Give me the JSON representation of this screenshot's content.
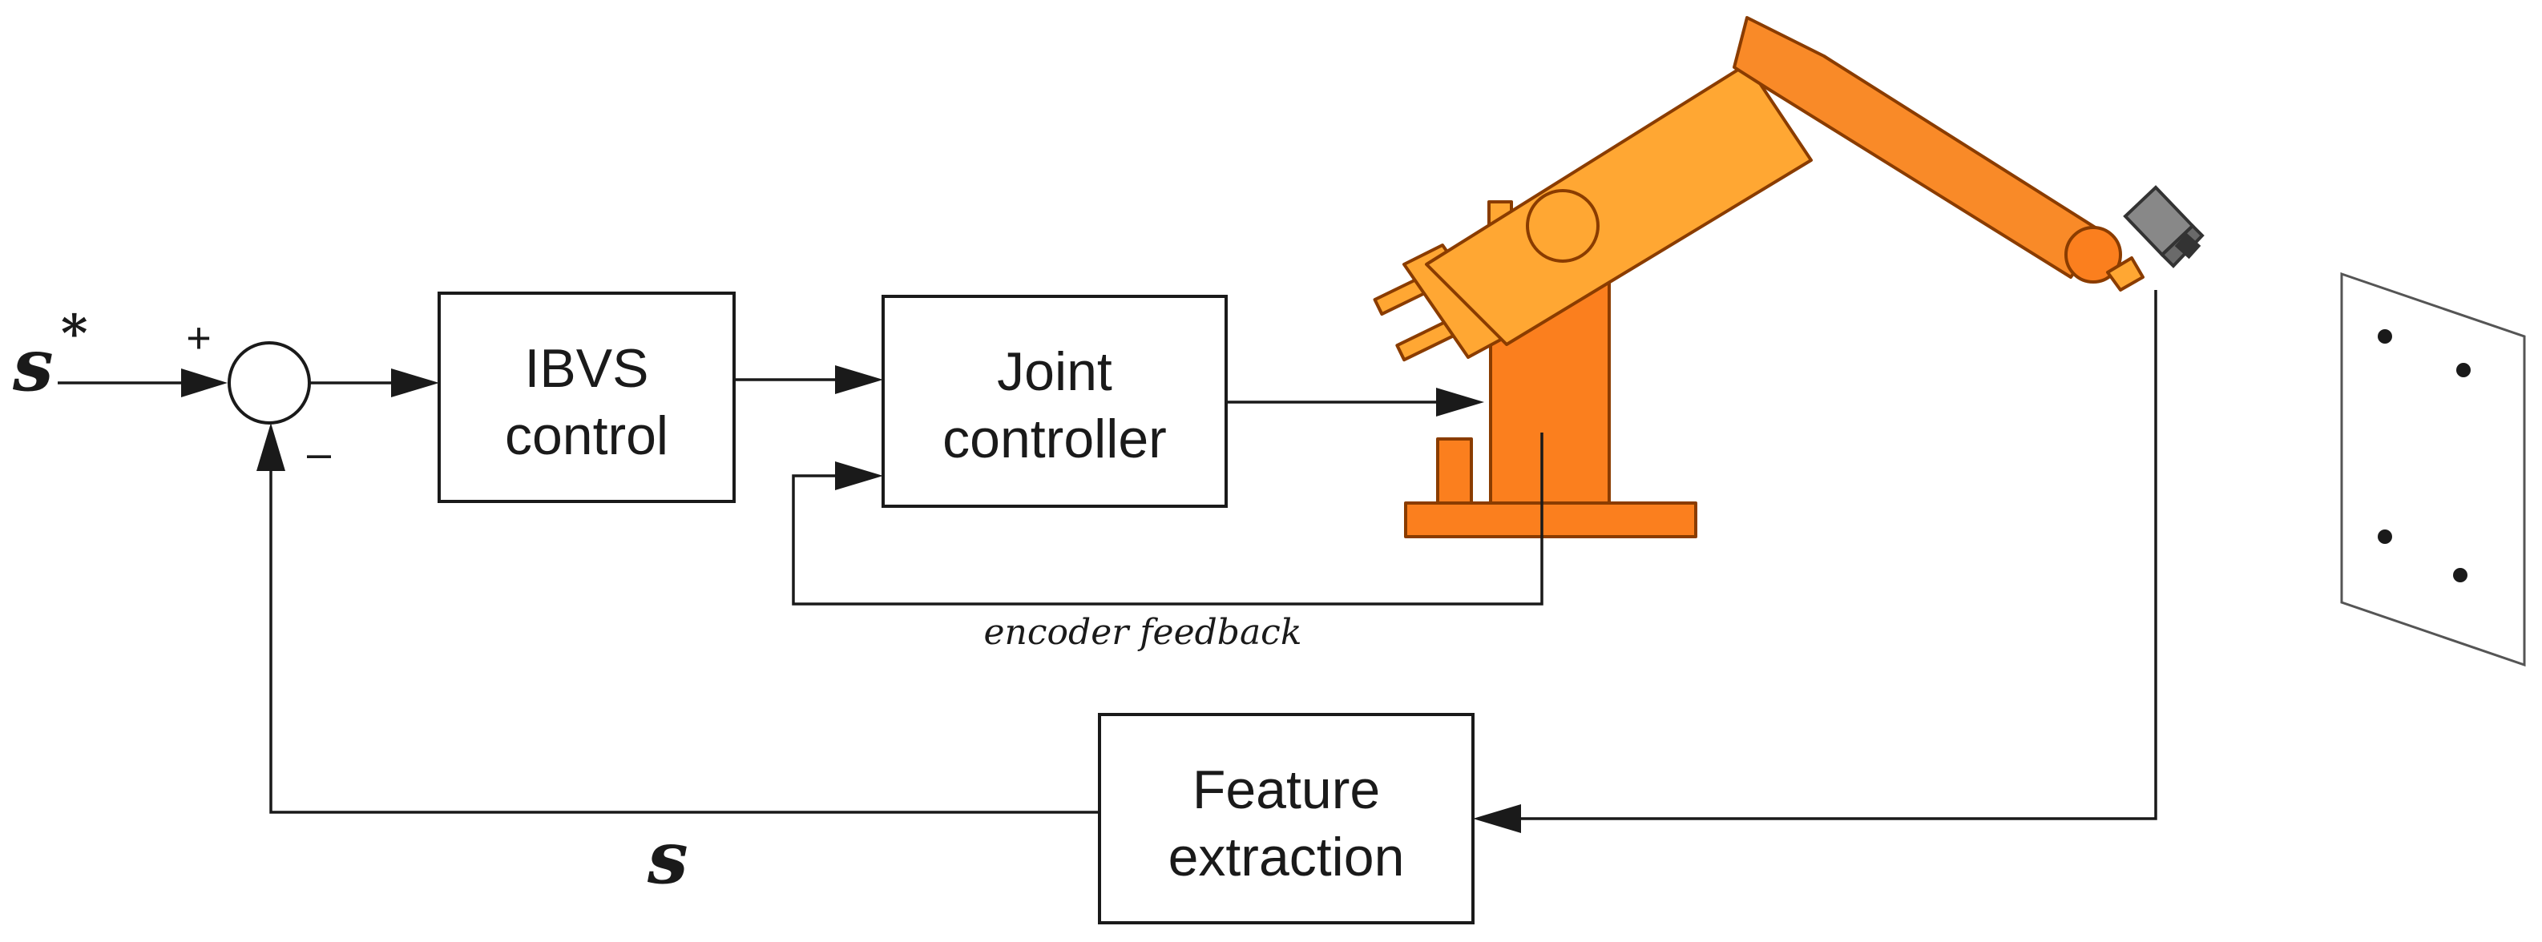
{
  "reference": {
    "symbol": "s",
    "superscript": "*"
  },
  "summing_junction": {
    "plus": "+",
    "minus": "–"
  },
  "blocks": {
    "ibvs": {
      "line1": "IBVS",
      "line2": "control"
    },
    "joint": {
      "line1": "Joint",
      "line2": "controller"
    },
    "feature": {
      "line1": "Feature",
      "line2": "extraction"
    }
  },
  "feedback": {
    "encoder_label": "encoder feedback",
    "feature_symbol": "s"
  },
  "colors": {
    "robot_light": "#ffa733",
    "robot_dark": "#fb7f1e",
    "robot_outline": "#8a3c00",
    "camera": "#888888"
  },
  "target_points": 4
}
